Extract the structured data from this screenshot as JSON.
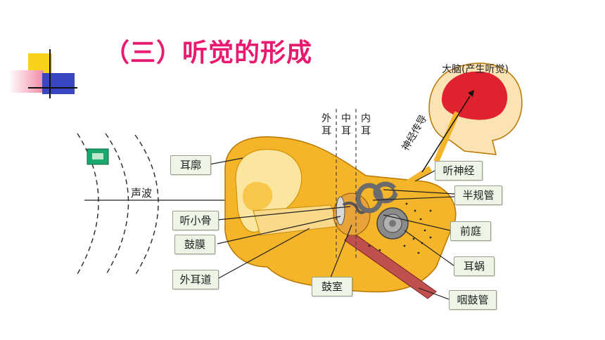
{
  "title": "（三）听觉的形成",
  "zones": {
    "outer": "外耳",
    "middle": "中耳",
    "inner": "内耳"
  },
  "labels": {
    "brain": "大脑(产生听觉)",
    "nerve_conduction": "神经传导",
    "auricle": "耳廓",
    "sound_wave": "声波",
    "ossicles": "听小骨",
    "eardrum": "鼓膜",
    "ear_canal": "外耳道",
    "tympanic_cavity": "鼓室",
    "auditory_nerve": "听神经",
    "semicircular_canals": "半规管",
    "vestibule": "前庭",
    "cochlea": "耳蜗",
    "eustachian_tube": "咽鼓管"
  },
  "colors": {
    "title": "#e8196e",
    "ear_skin": "#f5b52a",
    "ear_inner": "#fbe6a0",
    "brain": "#e0212e",
    "label_bg": "#eef5e6"
  }
}
